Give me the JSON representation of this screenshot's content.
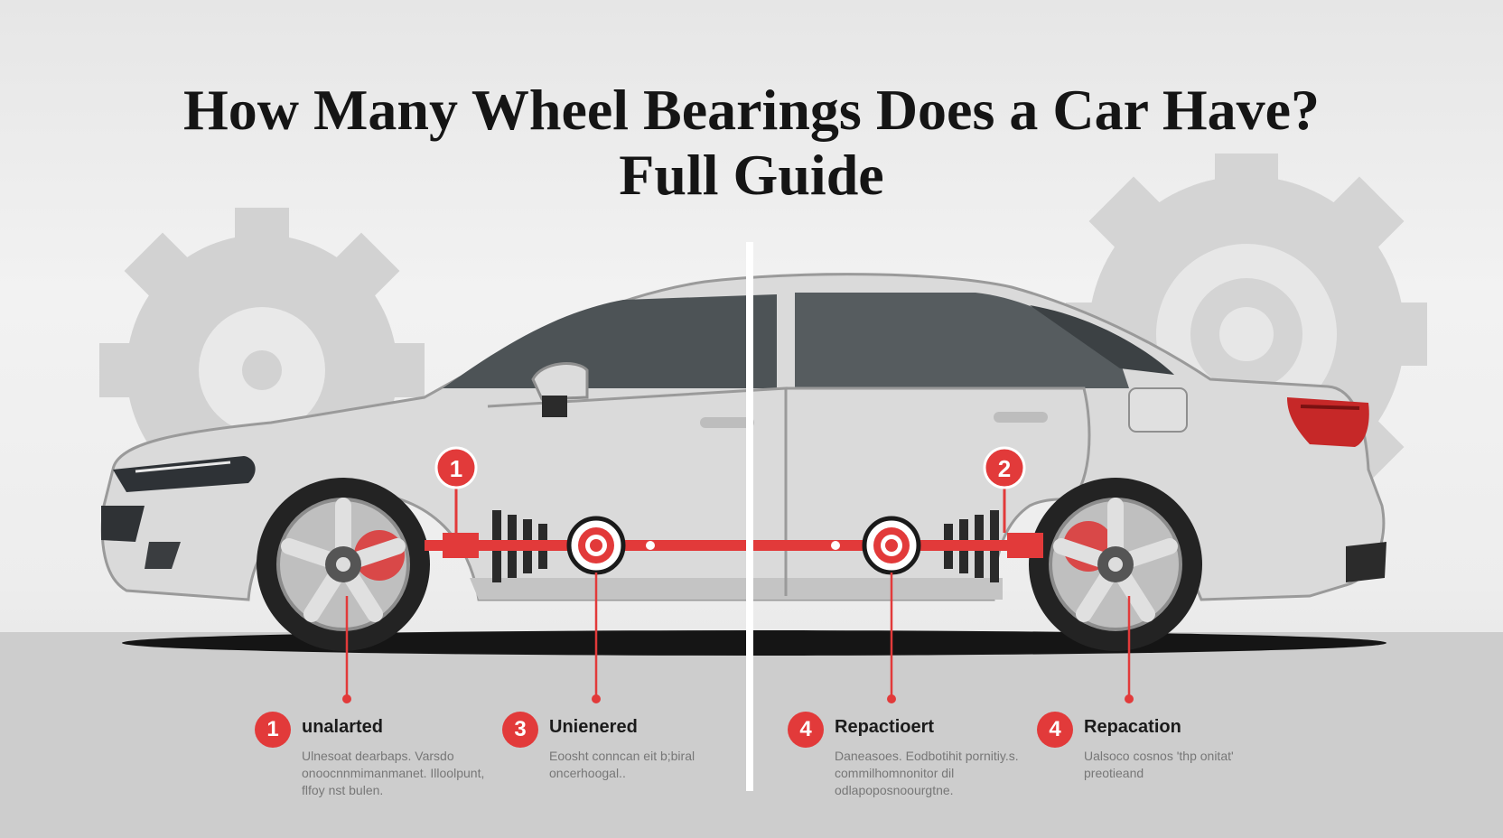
{
  "title": {
    "line1": "How Many Wheel Bearings Does a Car Have?",
    "line2": "Full Guide"
  },
  "markers": {
    "m1": "1",
    "m2": "2"
  },
  "callouts": [
    {
      "number": "1",
      "heading": "unalarted",
      "text": "Ulnesoat dearbaps. Varsdo onoocnnmimanmanet. Illoolpunt, flfoy nst bulen."
    },
    {
      "number": "3",
      "heading": "Unienered",
      "text": "Eoosht conncan eit b;biral oncerhoogal.."
    },
    {
      "number": "4",
      "heading": "Repactioert",
      "text": "Daneasoes. Eodbotihit pornitiy.s. commilhomnonitor dil odlapoposnoourgtne."
    },
    {
      "number": "4",
      "heading": "Repacation",
      "text": "Ualsoco cosnos 'thp onitat' preotieand"
    }
  ],
  "colors": {
    "accent": "#e23a3a",
    "car_body": "#d9d9d9",
    "gear": "#cfcfcf",
    "ground": "#cccccc"
  }
}
